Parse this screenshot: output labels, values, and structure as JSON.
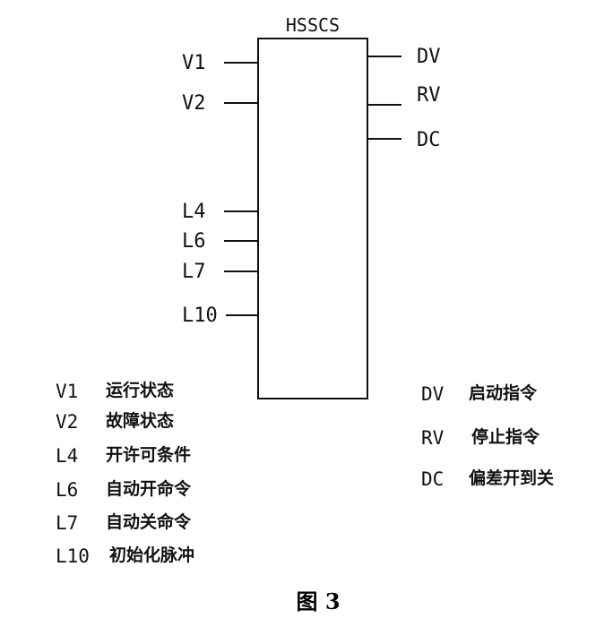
{
  "block": {
    "title": "HSSCS",
    "inputs": [
      "V1",
      "V2",
      "L4",
      "L6",
      "L7",
      "L10"
    ],
    "outputs": [
      "DV",
      "RV",
      "DC"
    ]
  },
  "legend_left": [
    {
      "code": "V1",
      "desc": "运行状态"
    },
    {
      "code": "V2",
      "desc": "故障状态"
    },
    {
      "code": "L4",
      "desc": "开许可条件"
    },
    {
      "code": "L6",
      "desc": "自动开命令"
    },
    {
      "code": "L7",
      "desc": "自动关命令"
    },
    {
      "code": "L10",
      "desc": "初始化脉冲"
    }
  ],
  "legend_right": [
    {
      "code": "DV",
      "desc": "启动指令"
    },
    {
      "code": "RV",
      "desc": "停止指令"
    },
    {
      "code": "DC",
      "desc": "偏差开到关"
    }
  ],
  "caption": "图 3"
}
